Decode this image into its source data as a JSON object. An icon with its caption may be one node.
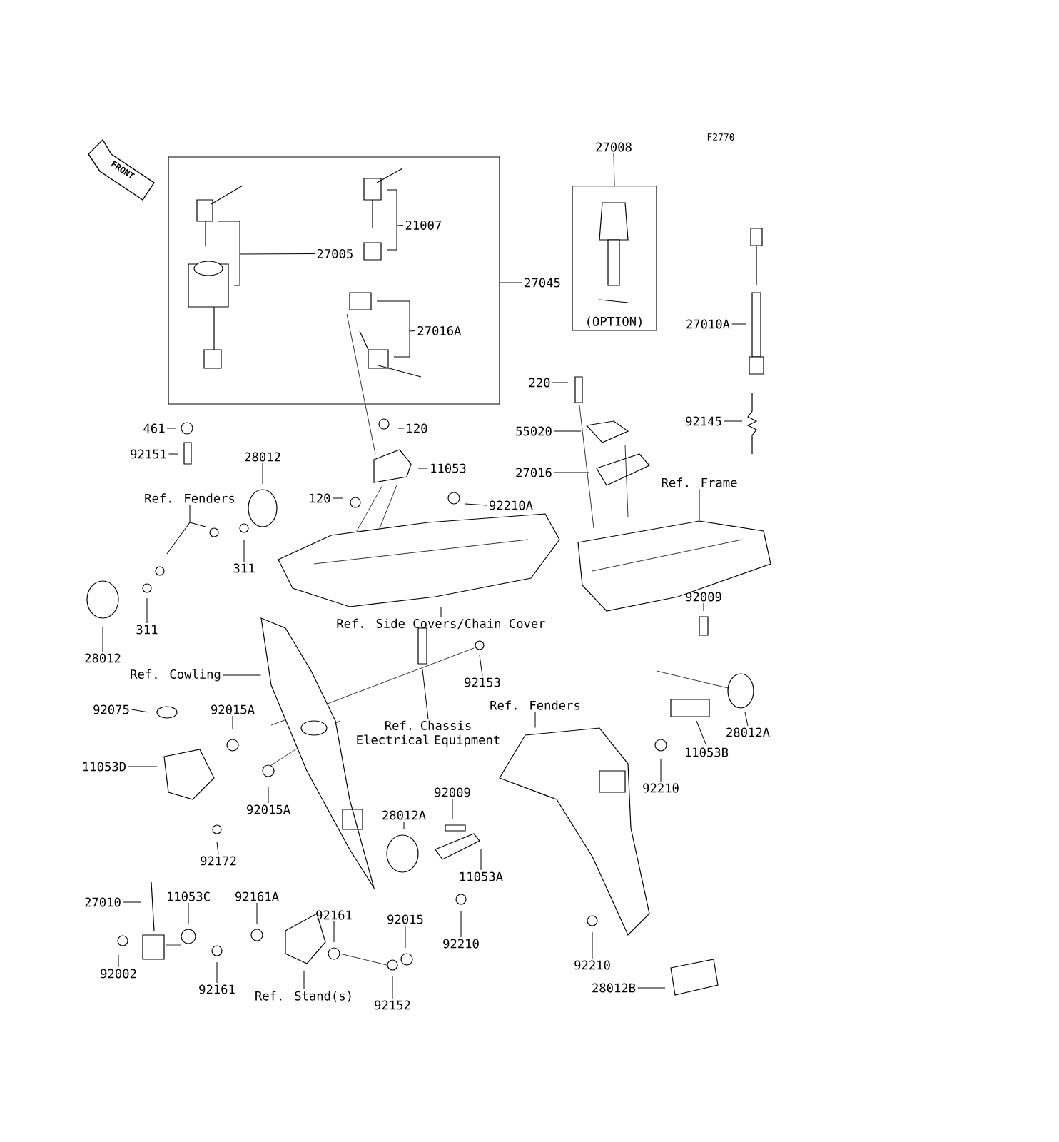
{
  "diagram": {
    "nodes": [
      {
        "text": [],
        "shape": "box"
      },
      {
        "text": [
          "27005"
        ],
        "in": 0
      },
      {
        "text": [
          "21007"
        ],
        "in": 0
      },
      {
        "text": [
          "27016A"
        ],
        "in": 0
      },
      {
        "text": [
          "27045"
        ]
      },
      {
        "text": [
          "(OPTION)"
        ]
      },
      {
        "text": [
          "27008"
        ]
      },
      {
        "text": [
          "27010A"
        ]
      },
      {
        "text": [
          "220"
        ]
      },
      {
        "text": [
          "55020"
        ]
      },
      {
        "text": [
          "92145"
        ]
      },
      {
        "text": [
          "27016"
        ]
      },
      {
        "text": [
          "461"
        ]
      },
      {
        "text": [
          "92151"
        ]
      },
      {
        "text": [
          "120"
        ]
      },
      {
        "text": [
          "11053"
        ]
      },
      {
        "text": [
          "28012"
        ]
      },
      {
        "text": [
          "120"
        ]
      },
      {
        "text": [
          "Ref. Fenders"
        ]
      },
      {
        "text": [
          "311"
        ]
      },
      {
        "text": [
          "92210A"
        ]
      },
      {
        "text": [
          "Ref. Frame"
        ]
      },
      {
        "text": [
          "311"
        ]
      },
      {
        "text": [
          "28012"
        ]
      },
      {
        "text": [
          "Ref. Side Covers/Chain Cover"
        ]
      },
      {
        "text": [
          "92009"
        ]
      },
      {
        "text": [
          "Ref. Cowling"
        ]
      },
      {
        "text": [
          "92153"
        ]
      },
      {
        "text": [
          "Ref. Chassis Electrical Equipment"
        ]
      },
      {
        "text": [
          "Ref. Fenders"
        ]
      },
      {
        "text": [
          "28012A"
        ]
      },
      {
        "text": [
          "92075"
        ]
      },
      {
        "text": [
          "92015A"
        ]
      },
      {
        "text": [
          "11053D"
        ]
      },
      {
        "text": [
          "11053B"
        ]
      },
      {
        "text": [
          "92210"
        ]
      },
      {
        "text": [
          "92015A"
        ]
      },
      {
        "text": [
          "92009"
        ]
      },
      {
        "text": [
          "28012A"
        ]
      },
      {
        "text": [
          "92172"
        ]
      },
      {
        "text": [
          "11053A"
        ]
      },
      {
        "text": [
          "27010"
        ]
      },
      {
        "text": [
          "11053C"
        ]
      },
      {
        "text": [
          "92161A"
        ]
      },
      {
        "text": [
          "92161"
        ]
      },
      {
        "text": [
          "92015"
        ]
      },
      {
        "text": [
          "92210"
        ]
      },
      {
        "text": [
          "92002"
        ]
      },
      {
        "text": [
          "92161"
        ]
      },
      {
        "text": [
          "Ref. Stand(s)"
        ]
      },
      {
        "text": [
          "92152"
        ]
      },
      {
        "text": [
          "92210"
        ]
      },
      {
        "text": [
          "28012B"
        ]
      },
      {
        "text": [],
        "shape": "picture"
      },
      {
        "text": [],
        "shape": "picture"
      },
      {
        "text": [],
        "shape": "picture"
      },
      {
        "text": [],
        "shape": "picture"
      }
    ],
    "edges": [
      {
        "from": 1,
        "to": null,
        "arrow": "none"
      },
      {
        "from": 2,
        "to": null,
        "arrow": "none"
      },
      {
        "from": 3,
        "to": null,
        "arrow": "none"
      },
      {
        "from": 4,
        "to": 0,
        "arrow": "none"
      },
      {
        "from": 6,
        "to": 5,
        "arrow": "none"
      },
      {
        "from": 7,
        "to": null,
        "arrow": "none"
      },
      {
        "from": 8,
        "to": null,
        "arrow": "none"
      },
      {
        "from": 9,
        "to": null,
        "arrow": "none"
      },
      {
        "from": 10,
        "to": null,
        "arrow": "none"
      },
      {
        "from": 11,
        "to": null,
        "arrow": "none"
      },
      {
        "from": 12,
        "to": null,
        "arrow": "none"
      },
      {
        "from": 13,
        "to": null,
        "arrow": "none"
      },
      {
        "from": 14,
        "to": null,
        "arrow": "none"
      },
      {
        "from": 15,
        "to": null,
        "arrow": "none"
      },
      {
        "from": 16,
        "to": null,
        "arrow": "none"
      },
      {
        "from": 17,
        "to": null,
        "arrow": "none"
      },
      {
        "from": 18,
        "to": null,
        "arrow": "none"
      },
      {
        "from": 19,
        "to": null,
        "arrow": "none"
      },
      {
        "from": 20,
        "to": null,
        "arrow": "none"
      },
      {
        "from": 21,
        "to": 54,
        "arrow": "none"
      },
      {
        "from": 22,
        "to": null,
        "arrow": "none"
      },
      {
        "from": 23,
        "to": null,
        "arrow": "none"
      },
      {
        "from": 24,
        "to": 53,
        "arrow": "none"
      },
      {
        "from": 25,
        "to": null,
        "arrow": "none"
      },
      {
        "from": 26,
        "to": 55,
        "arrow": "none"
      },
      {
        "from": 27,
        "to": null,
        "arrow": "none"
      },
      {
        "from": 28,
        "to": null,
        "arrow": "none"
      },
      {
        "from": 29,
        "to": 56,
        "arrow": "none"
      },
      {
        "from": 30,
        "to": null,
        "arrow": "none"
      },
      {
        "from": 31,
        "to": null,
        "arrow": "none"
      },
      {
        "from": 32,
        "to": null,
        "arrow": "none"
      },
      {
        "from": 33,
        "to": null,
        "arrow": "none"
      },
      {
        "from": 34,
        "to": null,
        "arrow": "none"
      },
      {
        "from": 35,
        "to": null,
        "arrow": "none"
      },
      {
        "from": 36,
        "to": null,
        "arrow": "none"
      },
      {
        "from": 37,
        "to": null,
        "arrow": "none"
      },
      {
        "from": 38,
        "to": null,
        "arrow": "none"
      },
      {
        "from": 39,
        "to": null,
        "arrow": "none"
      },
      {
        "from": 40,
        "to": null,
        "arrow": "none"
      },
      {
        "from": 41,
        "to": null,
        "arrow": "none"
      },
      {
        "from": 42,
        "to": null,
        "arrow": "none"
      },
      {
        "from": 43,
        "to": null,
        "arrow": "none"
      },
      {
        "from": 44,
        "to": null,
        "arrow": "none"
      },
      {
        "from": 45,
        "to": null,
        "arrow": "none"
      },
      {
        "from": 46,
        "to": null,
        "arrow": "none"
      },
      {
        "from": 47,
        "to": null,
        "arrow": "none"
      },
      {
        "from": 48,
        "to": null,
        "arrow": "none"
      },
      {
        "from": 49,
        "to": null,
        "arrow": "none"
      },
      {
        "from": 50,
        "to": null,
        "arrow": "none"
      },
      {
        "from": 51,
        "to": null,
        "arrow": "none"
      },
      {
        "from": 52,
        "to": null,
        "arrow": "none"
      }
    ],
    "labels": [
      "F2770",
      "FRONT"
    ]
  }
}
